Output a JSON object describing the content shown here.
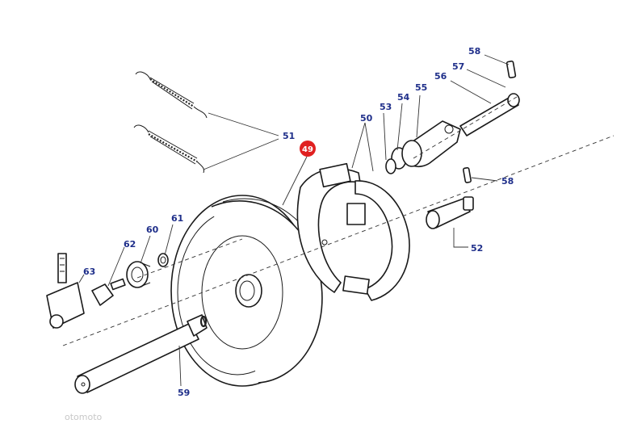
{
  "highlight_color": "#e02020",
  "label_color": "#1f2f8a",
  "labels": {
    "p49": "49",
    "p50": "50",
    "p51": "51",
    "p52": "52",
    "p53": "53",
    "p54": "54",
    "p55": "55",
    "p56": "56",
    "p57": "57",
    "p58a": "58",
    "p58b": "58",
    "p59": "59",
    "p60": "60",
    "p61": "61",
    "p62": "62",
    "p63": "63"
  },
  "watermark": "otomoto"
}
